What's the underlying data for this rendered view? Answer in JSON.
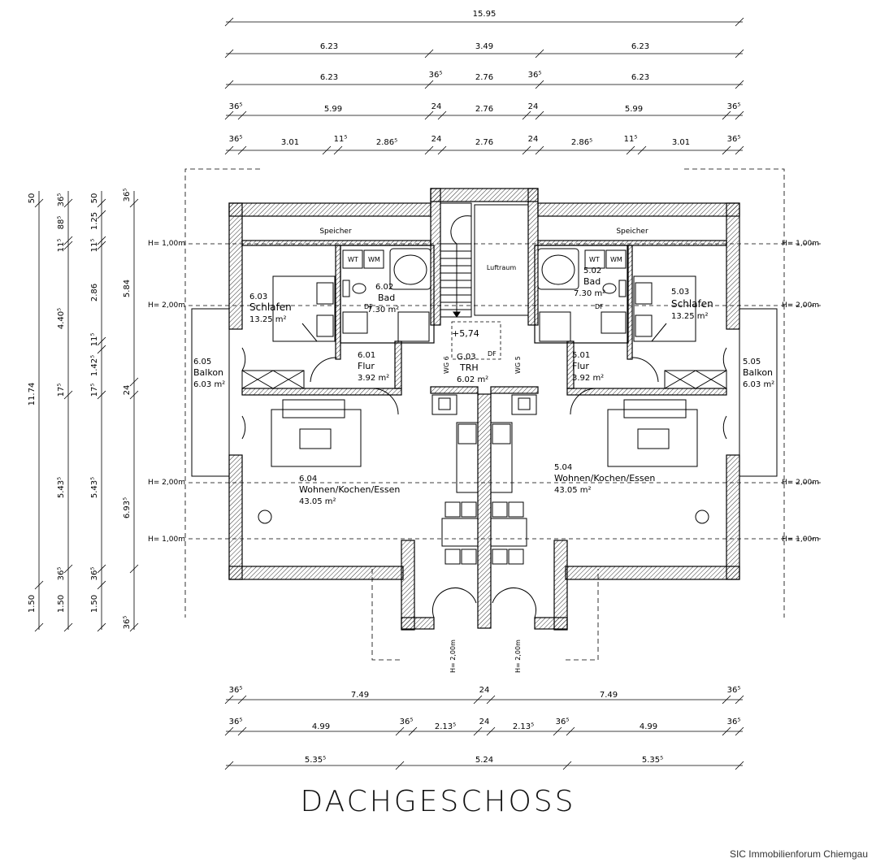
{
  "title": "DACHGESCHOSS",
  "credit": "SIC Immobilienforum Chiemgau",
  "top_dimensions": {
    "row1": [
      "15.95"
    ],
    "row2": [
      "6.23",
      "3.49",
      "6.23"
    ],
    "row3": [
      "6.23",
      "36⁵",
      "2.76",
      "36⁵",
      "6.23"
    ],
    "row4": [
      "36⁵",
      "5.99",
      "24",
      "2.76",
      "24",
      "5.99",
      "36⁵"
    ],
    "row5": [
      "36⁵",
      "3.01",
      "11⁵",
      "2.86⁵",
      "24",
      "2.76",
      "24",
      "2.86⁵",
      "11⁵",
      "3.01",
      "36⁵"
    ]
  },
  "left_dimensions": {
    "col1": [
      "50",
      "11.74",
      "1.50"
    ],
    "col2": [
      "36⁵",
      "11⁵",
      "88⁵",
      "4.40⁵",
      "17⁵",
      "5.43⁵",
      "36⁵",
      "1.50"
    ],
    "col3": [
      "50",
      "1.25",
      "11⁵",
      "2.86",
      "11⁵",
      "1.42⁵",
      "17⁵",
      "5.43⁵",
      "36⁵",
      "1.50"
    ],
    "col4": [
      "36⁵",
      "5.84",
      "24",
      "6.93⁵",
      "36⁵"
    ]
  },
  "bottom_dimensions": {
    "row1": [
      "36⁵",
      "7.49",
      "24",
      "7.49",
      "36⁵"
    ],
    "row2": [
      "36⁵",
      "4.99",
      "36⁵",
      "2.13⁵",
      "24",
      "2.13⁵",
      "36⁵",
      "4.99",
      "36⁵"
    ],
    "row3": [
      "5.35⁵",
      "5.24",
      "5.35⁵"
    ]
  },
  "height_marks": [
    "H= 1,00m",
    "H= 2,00m",
    "H= 2,00m",
    "H= 1,00m"
  ],
  "rooms": {
    "speicher_left": "Speicher",
    "speicher_right": "Speicher",
    "luftraum": "Luftraum",
    "r603": {
      "num": "6.03",
      "name": "Schlafen",
      "area": "13.25 m²"
    },
    "r602": {
      "num": "6.02",
      "name": "Bad",
      "area": "7.30 m²"
    },
    "r601": {
      "num": "6.01",
      "name": "Flur",
      "area": "3.92 m²"
    },
    "r605": {
      "num": "6.05",
      "name": "Balkon",
      "area": "6.03 m²"
    },
    "r604": {
      "num": "6.04",
      "name": "Wohnen/Kochen/Essen",
      "area": "43.05 m²"
    },
    "r503": {
      "num": "5.03",
      "name": "Schlafen",
      "area": "13.25 m²"
    },
    "r502": {
      "num": "5.02",
      "name": "Bad",
      "area": "7.30 m²"
    },
    "r501": {
      "num": "5.01",
      "name": "Flur",
      "area": "3.92 m²"
    },
    "r505": {
      "num": "5.05",
      "name": "Balkon",
      "area": "6.03 m²"
    },
    "r504": {
      "num": "5.04",
      "name": "Wohnen/Kochen/Essen",
      "area": "43.05 m²"
    },
    "trh": {
      "num": "G.03",
      "name": "TRH",
      "area": "6.02 m²"
    }
  },
  "labels": {
    "wt": "WT",
    "wm": "WM",
    "df": "DF",
    "level": "+5,74",
    "wg6": "WG 6",
    "wg5": "WG 5",
    "door_h": "H= 2,00m"
  }
}
